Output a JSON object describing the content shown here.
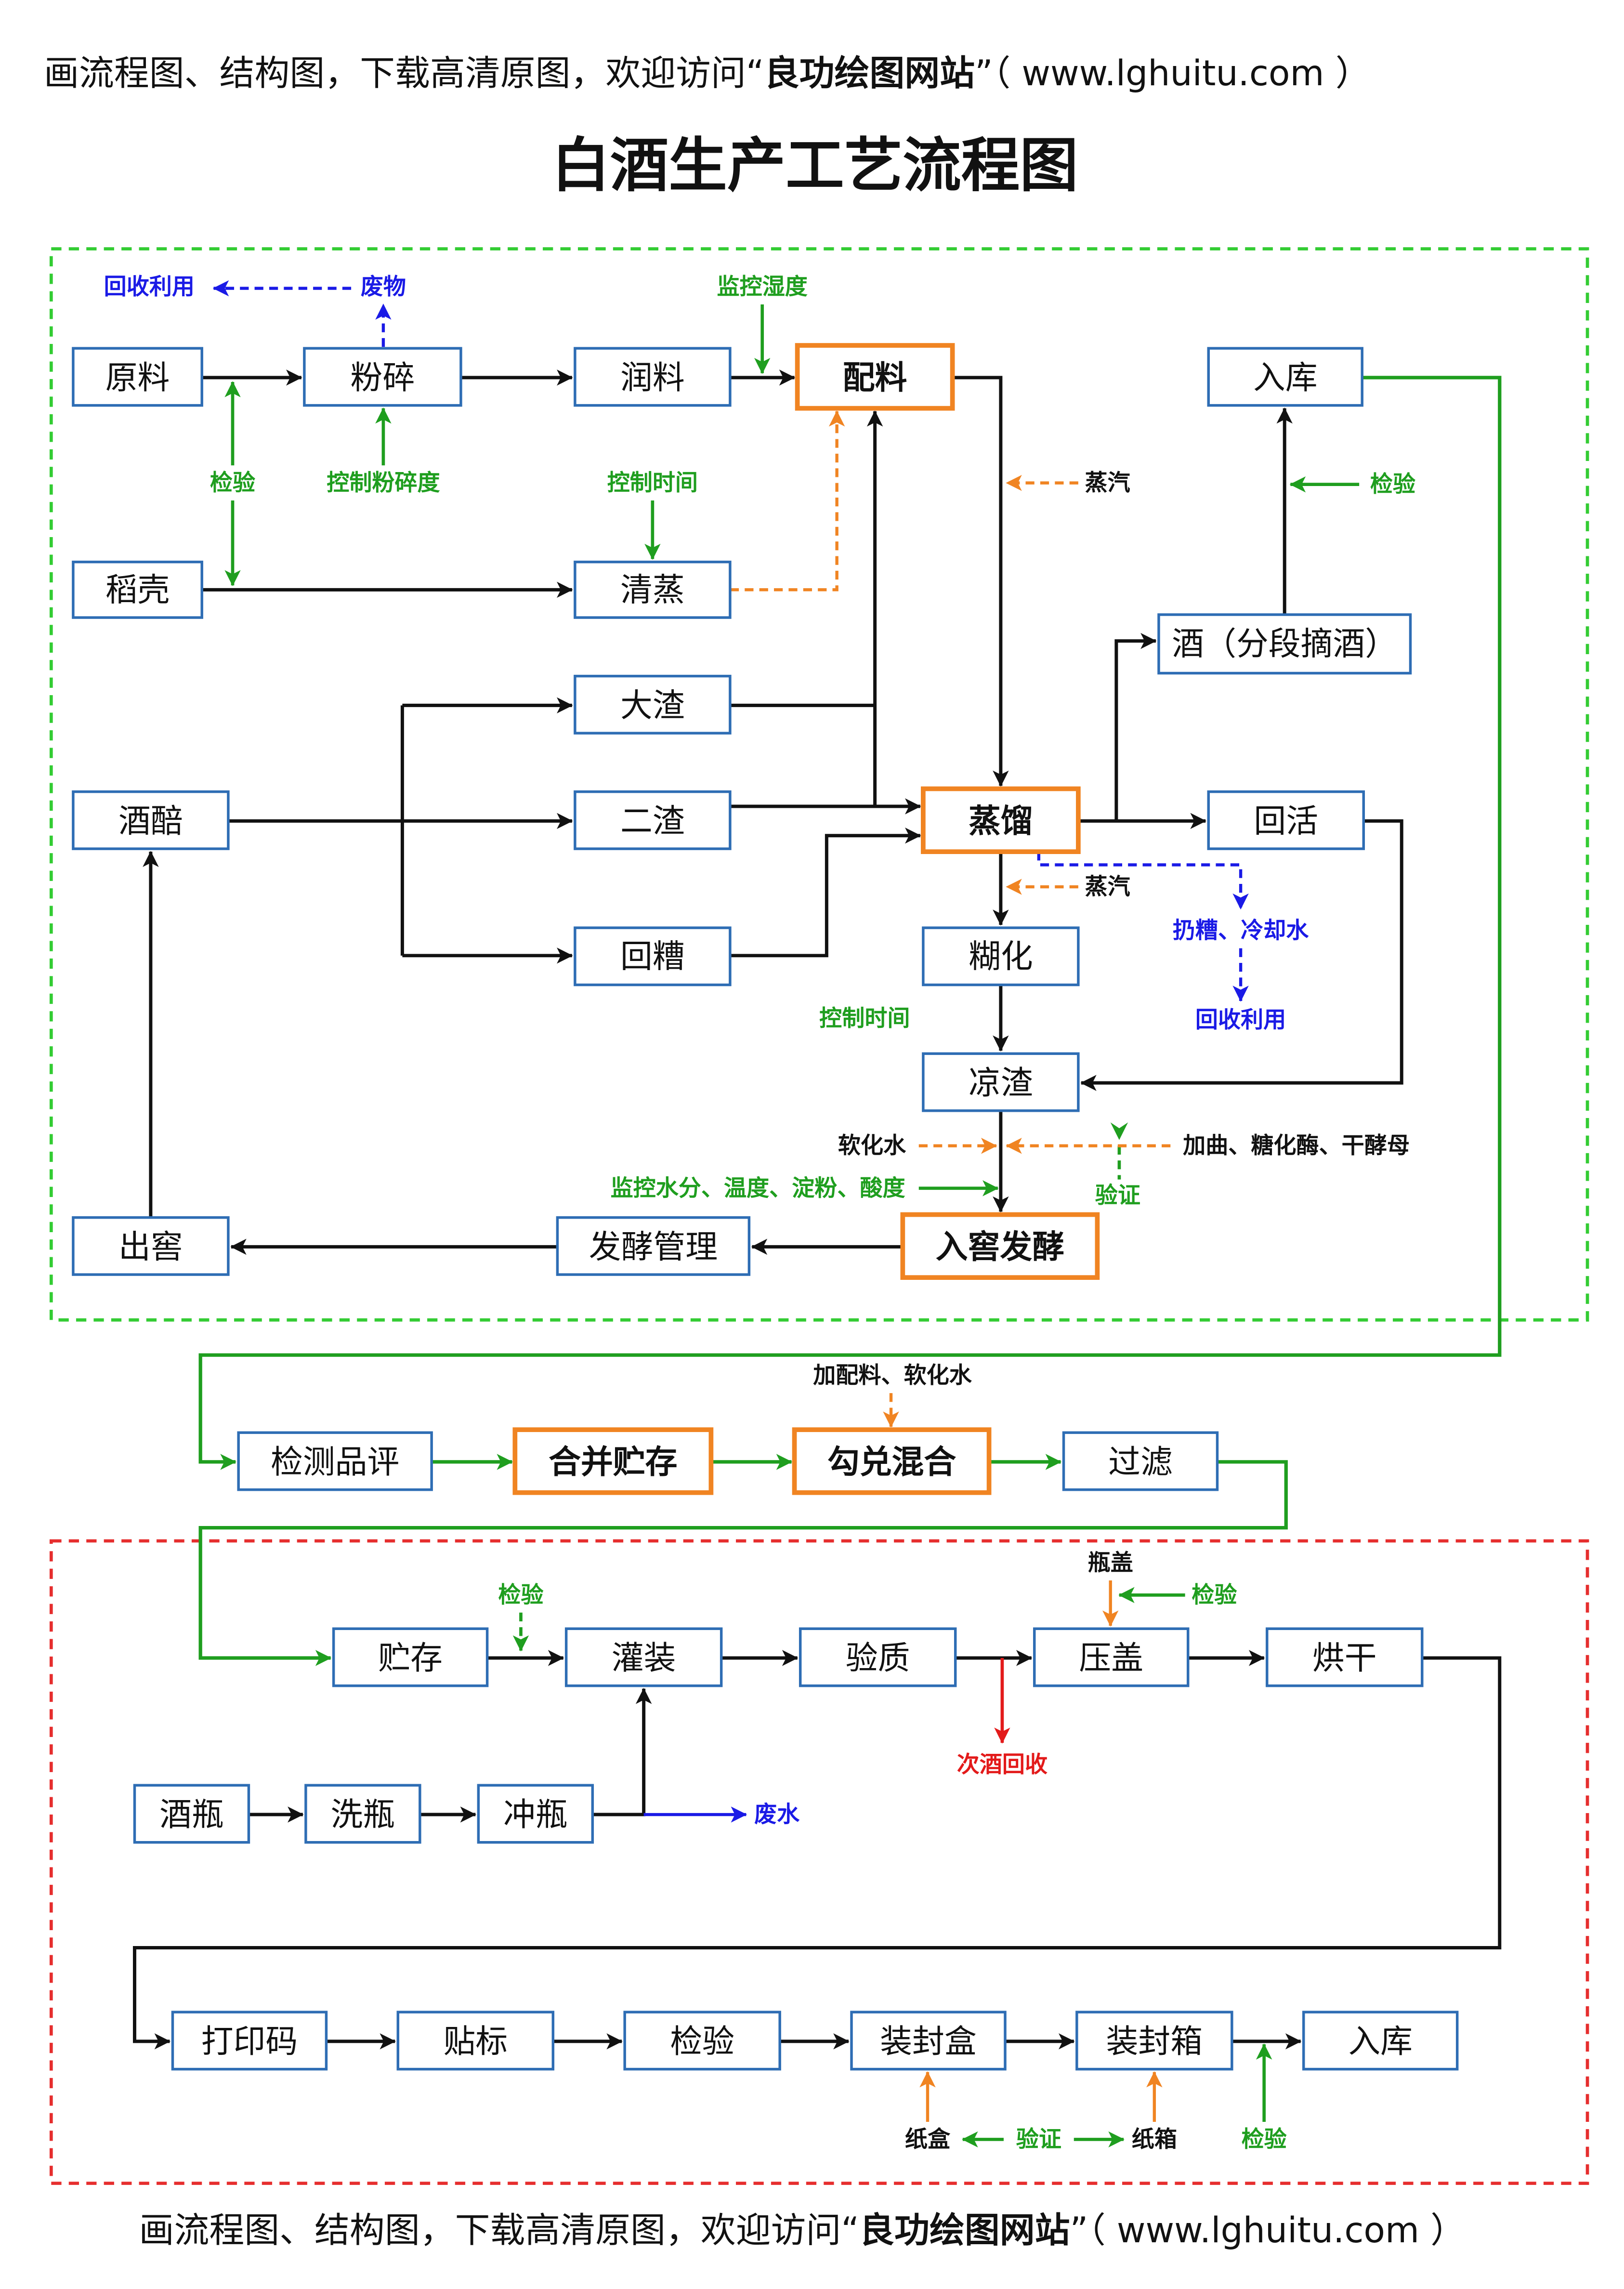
{
  "header": {
    "prefix": "画流程图、结构图，下载高清原图，欢迎访问“",
    "brand": "良功绘图网站",
    "suffix": "”（ www.lghuitu.com ）"
  },
  "title": "白酒生产工艺流程图",
  "footer": {
    "prefix": "画流程图、结构图，下载高清原图，欢迎访问“",
    "brand": "良功绘图网站",
    "suffix": "”（ www.lghuitu.com ）"
  },
  "colors": {
    "node_border": "#2e6db4",
    "highlight_border": "#f08422",
    "green": "#1f9e1f",
    "blue": "#1a1ae6",
    "red": "#e31a1a",
    "brewing_zone_border": "#33cc33",
    "bottling_zone_border": "#e62e2e",
    "connector": "#111111"
  },
  "brewing_zone": {
    "nodes": {
      "yuanliao": "原料",
      "fensui": "粉碎",
      "runliao": "润料",
      "peiliao": "配料",
      "ruku": "入库",
      "daoke": "稻壳",
      "qingzheng": "清蒸",
      "jiu_fenduan": "酒（分段摘酒）",
      "dazha": "大渣",
      "jiupei": "酒醅",
      "erzha": "二渣",
      "zhengliu": "蒸馏",
      "huihuo": "回活",
      "huizao": "回糟",
      "huhua": "糊化",
      "liangzha": "凉渣",
      "chujiao": "出窖",
      "fajiao_guanli": "发酵管理",
      "rujiao_fajiao": "入窖发酵"
    },
    "notes": {
      "recycle_1": "回收利用",
      "waste": "废物",
      "monitor_humidity": "监控湿度",
      "inspect_1": "检验",
      "control_crush": "控制粉碎度",
      "control_time_1": "控制时间",
      "steam_1": "蒸汽",
      "inspect_2": "检验",
      "steam_2": "蒸汽",
      "discard_cooling": "扔糟、冷却水",
      "recycle_2": "回收利用",
      "control_time_2": "控制时间",
      "soft_water": "软化水",
      "additives": "加曲、糖化酶、干酵母",
      "verify": "验证",
      "monitor_params": "监控水分、温度、淀粉、酸度"
    }
  },
  "blending_stage": {
    "nodes": {
      "jiance_pingping": "检测品评",
      "hebing_zhucun": "合并贮存",
      "goudui_hunhe": "勾兑混合",
      "guolv": "过滤"
    },
    "notes": {
      "add_ingredients": "加配料、软化水"
    }
  },
  "bottling_zone": {
    "nodes": {
      "zhucun": "贮存",
      "guanzhuang": "灌装",
      "yanzhi": "验质",
      "yagai": "压盖",
      "honggan": "烘干",
      "jiuping": "酒瓶",
      "xiping": "洗瓶",
      "chongping": "冲瓶",
      "dayinma": "打印码",
      "tiebiao": "贴标",
      "jianyan": "检验",
      "zhuang_fenghe": "装封盒",
      "zhuang_fengxiang": "装封箱",
      "ruku": "入库"
    },
    "notes": {
      "inspect_fill": "检验",
      "cap": "瓶盖",
      "inspect_cap": "检验",
      "reject_recycle": "次酒回收",
      "waste_water": "废水",
      "carton_box": "纸盒",
      "verify": "验证",
      "carton_case": "纸箱",
      "inspect_store": "检验"
    }
  }
}
